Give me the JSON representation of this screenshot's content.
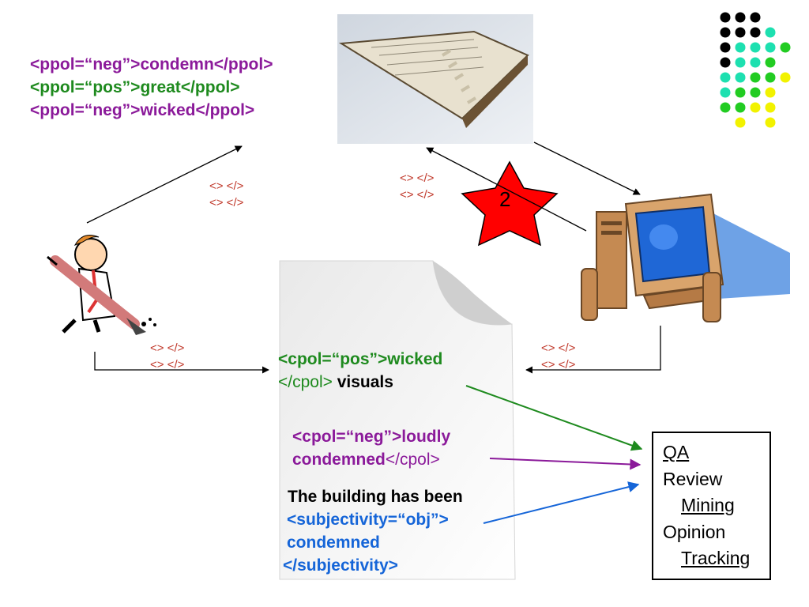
{
  "colors": {
    "neg": "#8B1A9A",
    "pos": "#1E8A1E",
    "obj": "#1565D8",
    "black": "#000000",
    "tag": "#C0392B",
    "star": "#FF0000"
  },
  "lexicon": [
    {
      "open": "<ppol=“neg”>",
      "word": "condemn",
      "close": "</ppol>",
      "polarity": "neg"
    },
    {
      "open": "<ppol=“pos”>",
      "word": "great",
      "close": "</ppol>",
      "polarity": "pos"
    },
    {
      "open": "<ppol=“neg”>",
      "word": "wicked",
      "close": "</ppol>",
      "polarity": "neg"
    }
  ],
  "tag_pairs": {
    "line1": "<> </>",
    "line2": "<> </>"
  },
  "star_label": "2",
  "document": {
    "p1_line1": "<cpol=“pos”>wicked",
    "p1_line2_tag": "</cpol>",
    "p1_line2_word": " visuals",
    "p2_line1": "<cpol=“neg”>loudly",
    "p2_line2_word": "condemned",
    "p2_line2_tag": "</cpol>",
    "p3_line1": "The building has been",
    "p3_line2": "<subjectivity=“obj”>",
    "p3_line3": "condemned",
    "p3_line4": "</subjectivity>"
  },
  "applications": [
    {
      "label": "QA",
      "underline": true,
      "indent": false
    },
    {
      "label": "Review",
      "underline": false,
      "indent": false
    },
    {
      "label": "Mining",
      "underline": true,
      "indent": true
    },
    {
      "label": "Opinion",
      "underline": false,
      "indent": false
    },
    {
      "label": "Tracking",
      "underline": true,
      "indent": true
    }
  ],
  "dot_grid": [
    [
      "black",
      "black",
      "black",
      "",
      "",
      ""
    ],
    [
      "black",
      "black",
      "black",
      "teal",
      "",
      ""
    ],
    [
      "black",
      "teal",
      "teal",
      "teal",
      "green",
      ""
    ],
    [
      "black",
      "teal",
      "teal",
      "green",
      "",
      ""
    ],
    [
      "teal",
      "teal",
      "green",
      "green",
      "yellow",
      ""
    ],
    [
      "teal",
      "green",
      "green",
      "yellow",
      "",
      ""
    ],
    [
      "green",
      "green",
      "yellow",
      "yellow",
      "",
      ""
    ],
    [
      "",
      "yellow",
      "",
      "yellow",
      "",
      ""
    ]
  ],
  "dot_colors": {
    "black": "#000000",
    "teal": "#1DE0B0",
    "green": "#22CC22",
    "yellow": "#F2F200"
  }
}
